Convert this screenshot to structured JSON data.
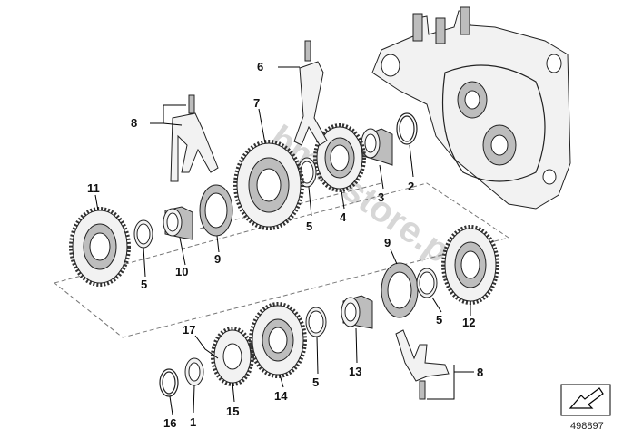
{
  "watermark": "bmWstore.pl",
  "document_id": "498897",
  "callouts": {
    "c1": "1",
    "c2": "2",
    "c3": "3",
    "c4": "4",
    "c5a": "5",
    "c5b": "5",
    "c5c": "5",
    "c5d": "5",
    "c6": "6",
    "c7": "7",
    "c8a": "8",
    "c8b": "8",
    "c9a": "9",
    "c9b": "9",
    "c10": "10",
    "c11": "11",
    "c12": "12",
    "c13": "13",
    "c14": "14",
    "c15": "15",
    "c16": "16",
    "c17": "17"
  },
  "icons": {
    "direction": "arrow-icon"
  }
}
